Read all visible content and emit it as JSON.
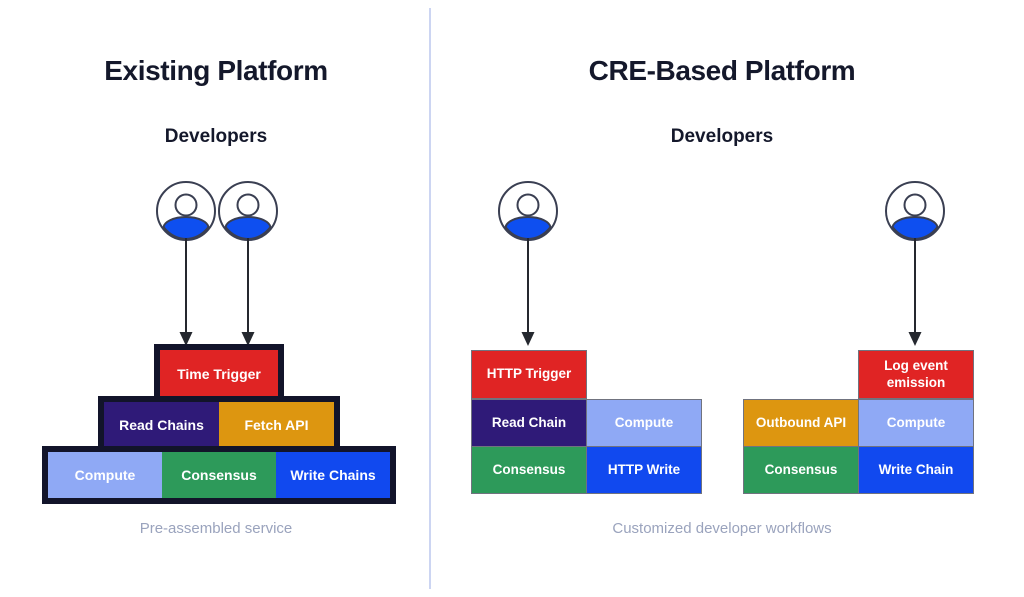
{
  "colors": {
    "red": "#e02424",
    "purple": "#2f1a78",
    "orange": "#dd9610",
    "light_blue": "#8fa9f5",
    "green": "#2d9a5a",
    "blue": "#1149ef",
    "frame_dark": "#12142a",
    "avatar_blue": "#0e4ff0",
    "divider": "#ccd5f2",
    "caption_grey": "#9aa3bd",
    "heading": "#14182b"
  },
  "left_panel": {
    "title": "Existing Platform",
    "subtitle": "Developers",
    "caption": "Pre-assembled service",
    "avatars": [
      {
        "name": "developer-avatar-1"
      },
      {
        "name": "developer-avatar-2"
      }
    ],
    "pyramid": {
      "rows": [
        {
          "name": "pyramid-row-top",
          "cells": [
            {
              "label": "Time Trigger",
              "color": "red"
            }
          ]
        },
        {
          "name": "pyramid-row-middle",
          "cells": [
            {
              "label": "Read Chains",
              "color": "purple"
            },
            {
              "label": "Fetch API",
              "color": "orange"
            }
          ]
        },
        {
          "name": "pyramid-row-bottom",
          "cells": [
            {
              "label": "Compute",
              "color": "light_blue"
            },
            {
              "label": "Consensus",
              "color": "green"
            },
            {
              "label": "Write Chains",
              "color": "blue"
            }
          ]
        }
      ]
    }
  },
  "right_panel": {
    "title": "CRE-Based Platform",
    "subtitle": "Developers",
    "caption": "Customized developer workflows",
    "workflows": [
      {
        "name": "workflow-http",
        "avatar": {
          "name": "developer-avatar-3"
        },
        "cells": [
          {
            "label": "HTTP Trigger",
            "color": "red",
            "col": 0,
            "row": 0
          },
          {
            "label": "Read Chain",
            "color": "purple",
            "col": 0,
            "row": 1
          },
          {
            "label": "Compute",
            "color": "light_blue",
            "col": 1,
            "row": 1
          },
          {
            "label": "Consensus",
            "color": "green",
            "col": 0,
            "row": 2
          },
          {
            "label": "HTTP Write",
            "color": "blue",
            "col": 1,
            "row": 2
          }
        ]
      },
      {
        "name": "workflow-log-event",
        "avatar": {
          "name": "developer-avatar-4"
        },
        "cells": [
          {
            "label": "Log event emission",
            "color": "red",
            "col": 1,
            "row": 0
          },
          {
            "label": "Outbound API",
            "color": "orange",
            "col": 0,
            "row": 1
          },
          {
            "label": "Compute",
            "color": "light_blue",
            "col": 1,
            "row": 1
          },
          {
            "label": "Consensus",
            "color": "green",
            "col": 0,
            "row": 2
          },
          {
            "label": "Write Chain",
            "color": "blue",
            "col": 1,
            "row": 2
          }
        ]
      }
    ]
  }
}
